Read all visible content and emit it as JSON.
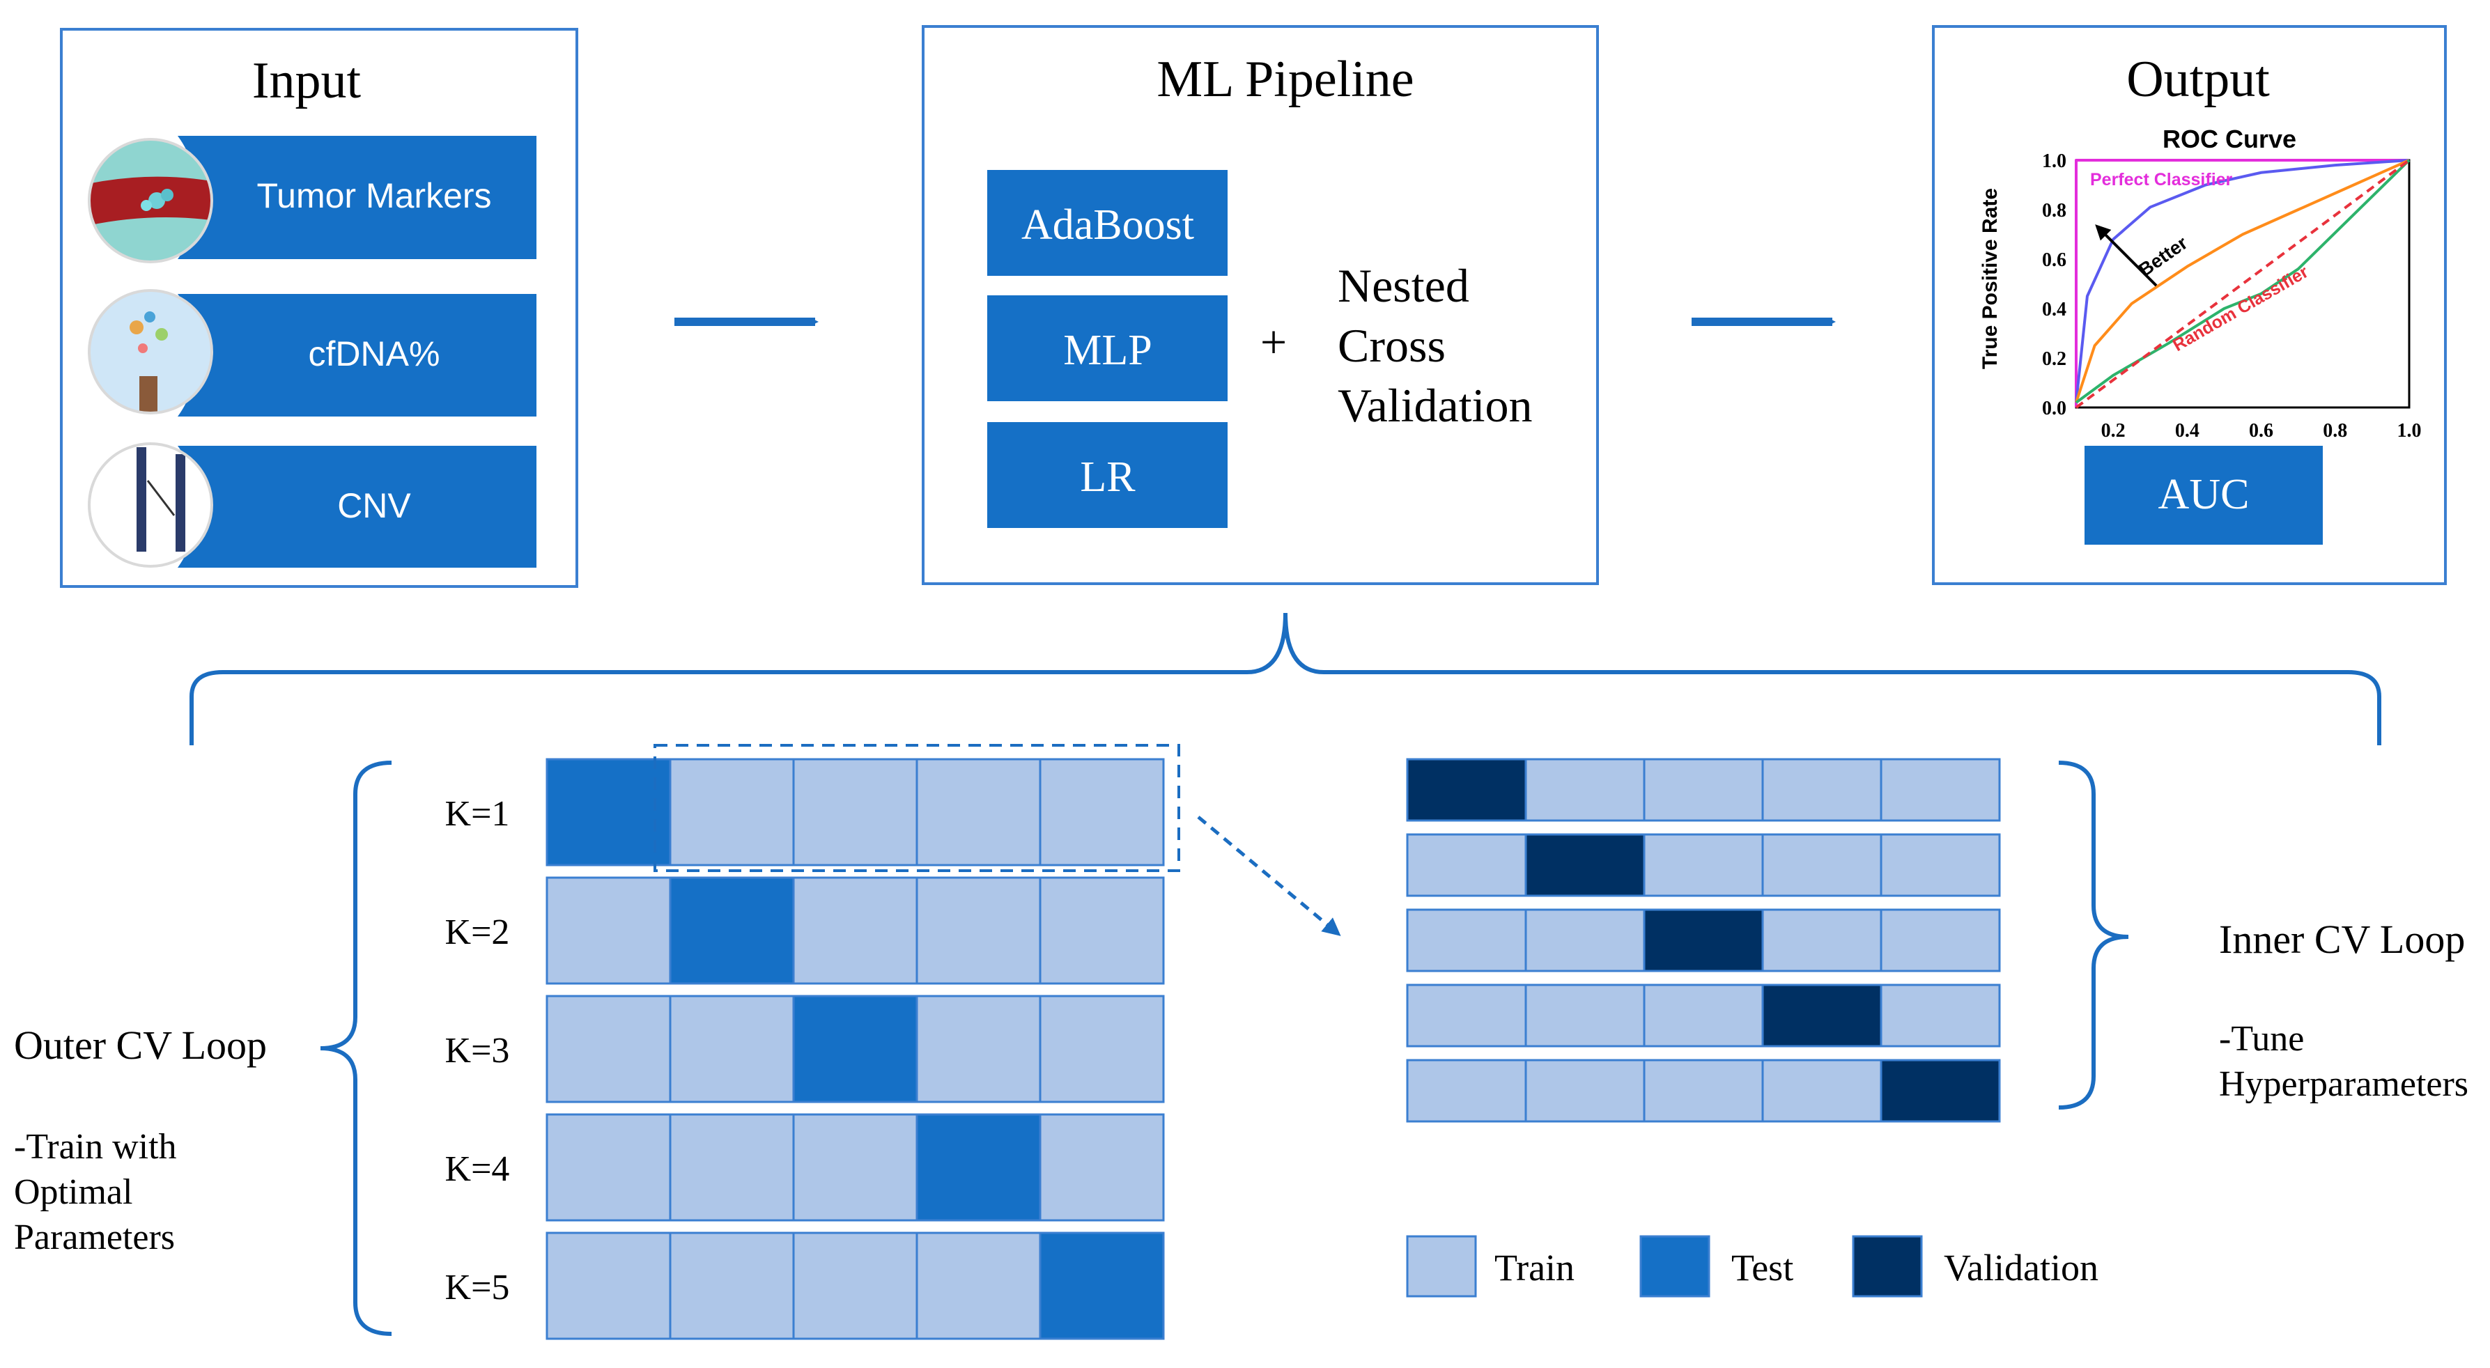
{
  "input": {
    "title": "Input",
    "items": [
      "Tumor Markers",
      "cfDNA%",
      "CNV"
    ]
  },
  "pipeline": {
    "title": "ML Pipeline",
    "models": [
      "AdaBoost",
      "MLP",
      "LR"
    ],
    "plus": "+",
    "cv_lines": [
      "Nested",
      "Cross",
      "Validation"
    ]
  },
  "output": {
    "title": "Output",
    "auc_label": "AUC"
  },
  "chart_data": {
    "type": "line",
    "title": "ROC Curve",
    "xlabel": "",
    "ylabel": "True Positive Rate",
    "xlim": [
      0.1,
      1.0
    ],
    "ylim": [
      0.0,
      1.0
    ],
    "xticks": [
      "0.2",
      "0.4",
      "0.6",
      "0.8",
      "1.0"
    ],
    "yticks": [
      "0.0",
      "0.2",
      "0.4",
      "0.6",
      "0.8",
      "1.0"
    ],
    "annotations": [
      "Perfect Classifier",
      "Better",
      "Random Classifier"
    ],
    "series": [
      {
        "color": "#e32ddb",
        "points": [
          [
            0.1,
            0.0
          ],
          [
            0.1,
            1.0
          ],
          [
            1.0,
            1.0
          ]
        ]
      },
      {
        "color": "#5a5af0",
        "points": [
          [
            0.1,
            0.02
          ],
          [
            0.13,
            0.45
          ],
          [
            0.2,
            0.68
          ],
          [
            0.3,
            0.81
          ],
          [
            0.45,
            0.9
          ],
          [
            0.6,
            0.95
          ],
          [
            0.8,
            0.98
          ],
          [
            1.0,
            1.0
          ]
        ]
      },
      {
        "color": "#ff8c1a",
        "points": [
          [
            0.1,
            0.02
          ],
          [
            0.15,
            0.25
          ],
          [
            0.25,
            0.42
          ],
          [
            0.4,
            0.57
          ],
          [
            0.55,
            0.7
          ],
          [
            0.7,
            0.8
          ],
          [
            0.85,
            0.9
          ],
          [
            1.0,
            1.0
          ]
        ]
      },
      {
        "color": "#2db36b",
        "points": [
          [
            0.1,
            0.02
          ],
          [
            0.2,
            0.13
          ],
          [
            0.35,
            0.26
          ],
          [
            0.5,
            0.4
          ],
          [
            0.6,
            0.46
          ],
          [
            0.7,
            0.56
          ],
          [
            0.85,
            0.78
          ],
          [
            1.0,
            1.0
          ]
        ]
      },
      {
        "color": "#e8323c",
        "dashed": true,
        "points": [
          [
            0.1,
            0.0
          ],
          [
            1.0,
            1.0
          ]
        ]
      }
    ]
  },
  "outer": {
    "label": "Outer CV Loop",
    "desc": [
      "-Train with",
      "Optimal",
      "Parameters"
    ],
    "folds": [
      "K=1",
      "K=2",
      "K=3",
      "K=4",
      "K=5"
    ]
  },
  "inner": {
    "label": "Inner CV Loop",
    "desc": [
      "-Tune",
      "Hyperparameters"
    ]
  },
  "legend": {
    "train": "Train",
    "test": "Test",
    "validation": "Validation"
  },
  "colors": {
    "blue": "#1570c6",
    "light_blue": "#aec6e8",
    "navy": "#003063",
    "border": "#3b7fd1",
    "arrow": "#1b6dc1"
  }
}
